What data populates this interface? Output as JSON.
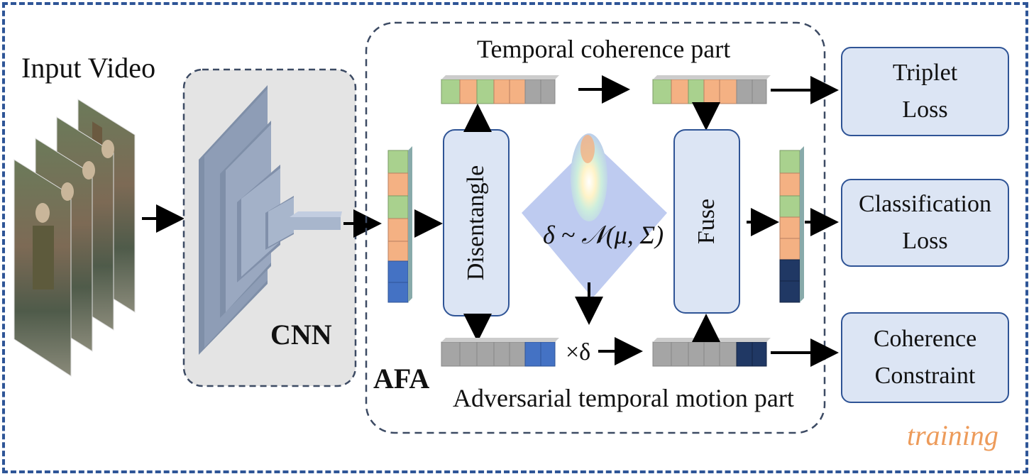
{
  "labels": {
    "input_video": "Input Video",
    "cnn": "CNN",
    "afa": "AFA",
    "temporal_coherence": "Temporal coherence part",
    "adversarial_motion": "Adversarial temporal motion part",
    "disentangle": "Disentangle",
    "fuse": "Fuse",
    "gaussian_formula": "δ ~ 𝒩(μ, Σ)",
    "times_delta": "×δ",
    "training": "training"
  },
  "outputs": {
    "triplet": [
      "Triplet",
      "Loss"
    ],
    "classification": [
      "Classification",
      "Loss"
    ],
    "coherence": [
      "Coherence",
      "Constraint"
    ]
  },
  "colors": {
    "frame_border": "#2e5597",
    "green_cell": "#a9d18e",
    "orange_cell": "#f4b183",
    "gray_cell": "#a5a5a5",
    "blue_cell": "#4472c4",
    "navy_cell": "#203864",
    "block_fill": "#dce5f4",
    "block_border": "#2f5496",
    "training_color": "#ed9b5a"
  }
}
